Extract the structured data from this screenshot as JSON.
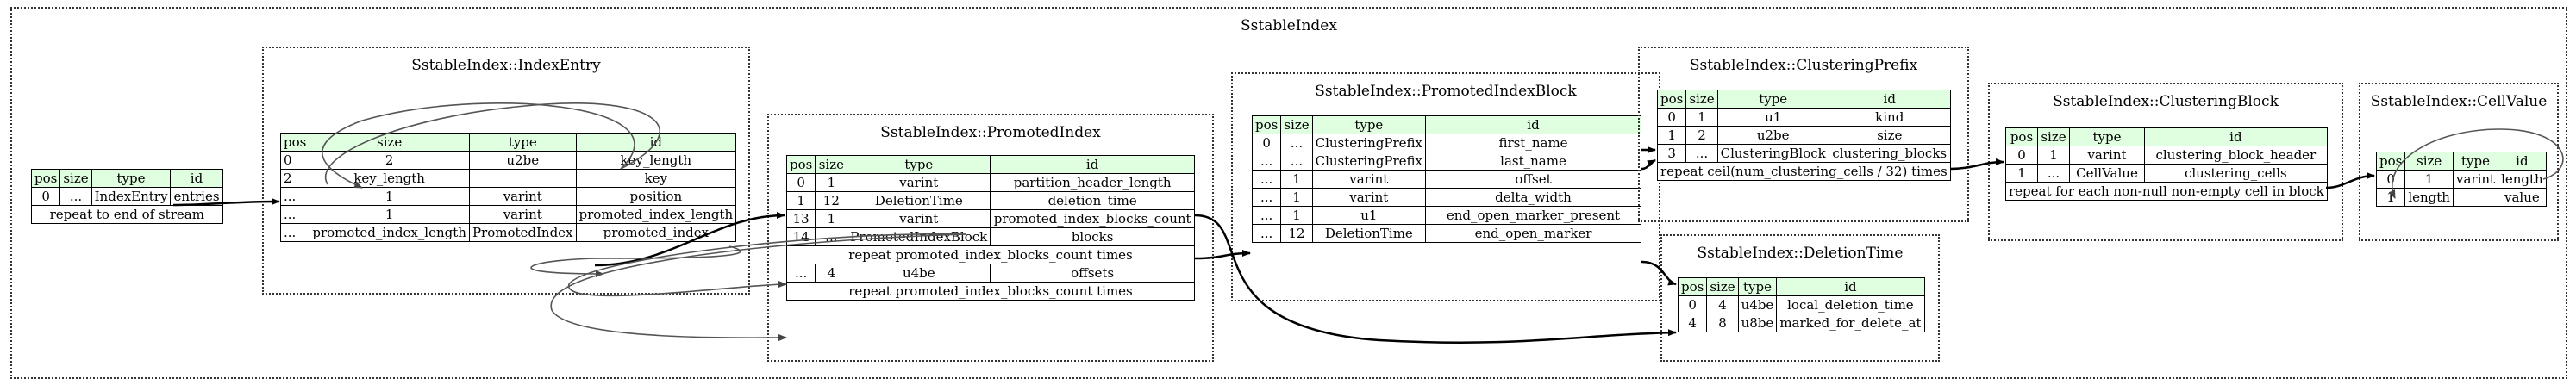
{
  "diagram": {
    "title": "SstableIndex",
    "header": [
      "pos",
      "size",
      "type",
      "id"
    ],
    "root": {
      "rows": [
        [
          "0",
          "...",
          "IndexEntry",
          "entries"
        ]
      ],
      "repeat": "repeat to end of stream"
    },
    "index_entry": {
      "title": "SstableIndex::IndexEntry",
      "rows": [
        [
          "0",
          "2",
          "u2be",
          "key_length"
        ],
        [
          "2",
          "key_length",
          "",
          "key"
        ],
        [
          "...",
          "1",
          "varint",
          "position"
        ],
        [
          "...",
          "1",
          "varint",
          "promoted_index_length"
        ],
        [
          "...",
          "promoted_index_length",
          "PromotedIndex",
          "promoted_index"
        ]
      ]
    },
    "promoted_index": {
      "title": "SstableIndex::PromotedIndex",
      "rows": [
        [
          "0",
          "1",
          "varint",
          "partition_header_length"
        ],
        [
          "1",
          "12",
          "DeletionTime",
          "deletion_time"
        ],
        [
          "13",
          "1",
          "varint",
          "promoted_index_blocks_count"
        ],
        [
          "14",
          "...",
          "PromotedIndexBlock",
          "blocks"
        ]
      ],
      "repeat1": "repeat promoted_index_blocks_count times",
      "row_offsets": [
        "...",
        "4",
        "u4be",
        "offsets"
      ],
      "repeat2": "repeat promoted_index_blocks_count times"
    },
    "promoted_index_block": {
      "title": "SstableIndex::PromotedIndexBlock",
      "rows": [
        [
          "0",
          "...",
          "ClusteringPrefix",
          "first_name"
        ],
        [
          "...",
          "...",
          "ClusteringPrefix",
          "last_name"
        ],
        [
          "...",
          "1",
          "varint",
          "offset"
        ],
        [
          "...",
          "1",
          "varint",
          "delta_width"
        ],
        [
          "...",
          "1",
          "u1",
          "end_open_marker_present"
        ],
        [
          "...",
          "12",
          "DeletionTime",
          "end_open_marker"
        ]
      ]
    },
    "clustering_prefix": {
      "title": "SstableIndex::ClusteringPrefix",
      "rows": [
        [
          "0",
          "1",
          "u1",
          "kind"
        ],
        [
          "1",
          "2",
          "u2be",
          "size"
        ],
        [
          "3",
          "...",
          "ClusteringBlock",
          "clustering_blocks"
        ]
      ],
      "repeat": "repeat ceil(num_clustering_cells / 32) times"
    },
    "deletion_time": {
      "title": "SstableIndex::DeletionTime",
      "rows": [
        [
          "0",
          "4",
          "u4be",
          "local_deletion_time"
        ],
        [
          "4",
          "8",
          "u8be",
          "marked_for_delete_at"
        ]
      ]
    },
    "clustering_block": {
      "title": "SstableIndex::ClusteringBlock",
      "rows": [
        [
          "0",
          "1",
          "varint",
          "clustering_block_header"
        ],
        [
          "1",
          "...",
          "CellValue",
          "clustering_cells"
        ]
      ],
      "repeat": "repeat for each non-null non-empty cell in block"
    },
    "cell_value": {
      "title": "SstableIndex::CellValue",
      "rows": [
        [
          "0",
          "1",
          "varint",
          "length"
        ],
        [
          "1",
          "length",
          "",
          "value"
        ]
      ]
    }
  }
}
